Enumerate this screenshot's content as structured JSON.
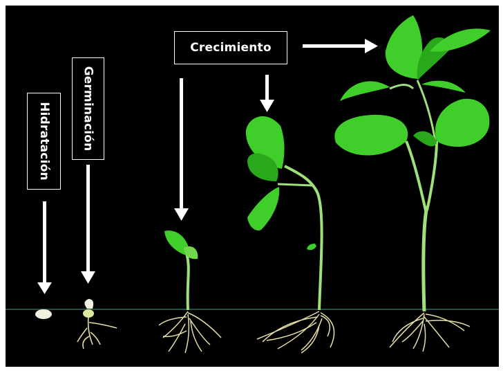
{
  "labels": {
    "hydration": "Hidratación",
    "germination": "Germinación",
    "growth": "Crecimiento"
  },
  "colors": {
    "background": "#000000",
    "leaf": "#3fce2a",
    "leaf_dark": "#2aa81c",
    "stem": "#9ee07a",
    "root": "#e8dfa8",
    "arrow": "#ffffff",
    "ground_line": "#2f6f58"
  },
  "stages": [
    "seed",
    "germinating-seed",
    "seedling",
    "young-plant",
    "mature-plant"
  ]
}
